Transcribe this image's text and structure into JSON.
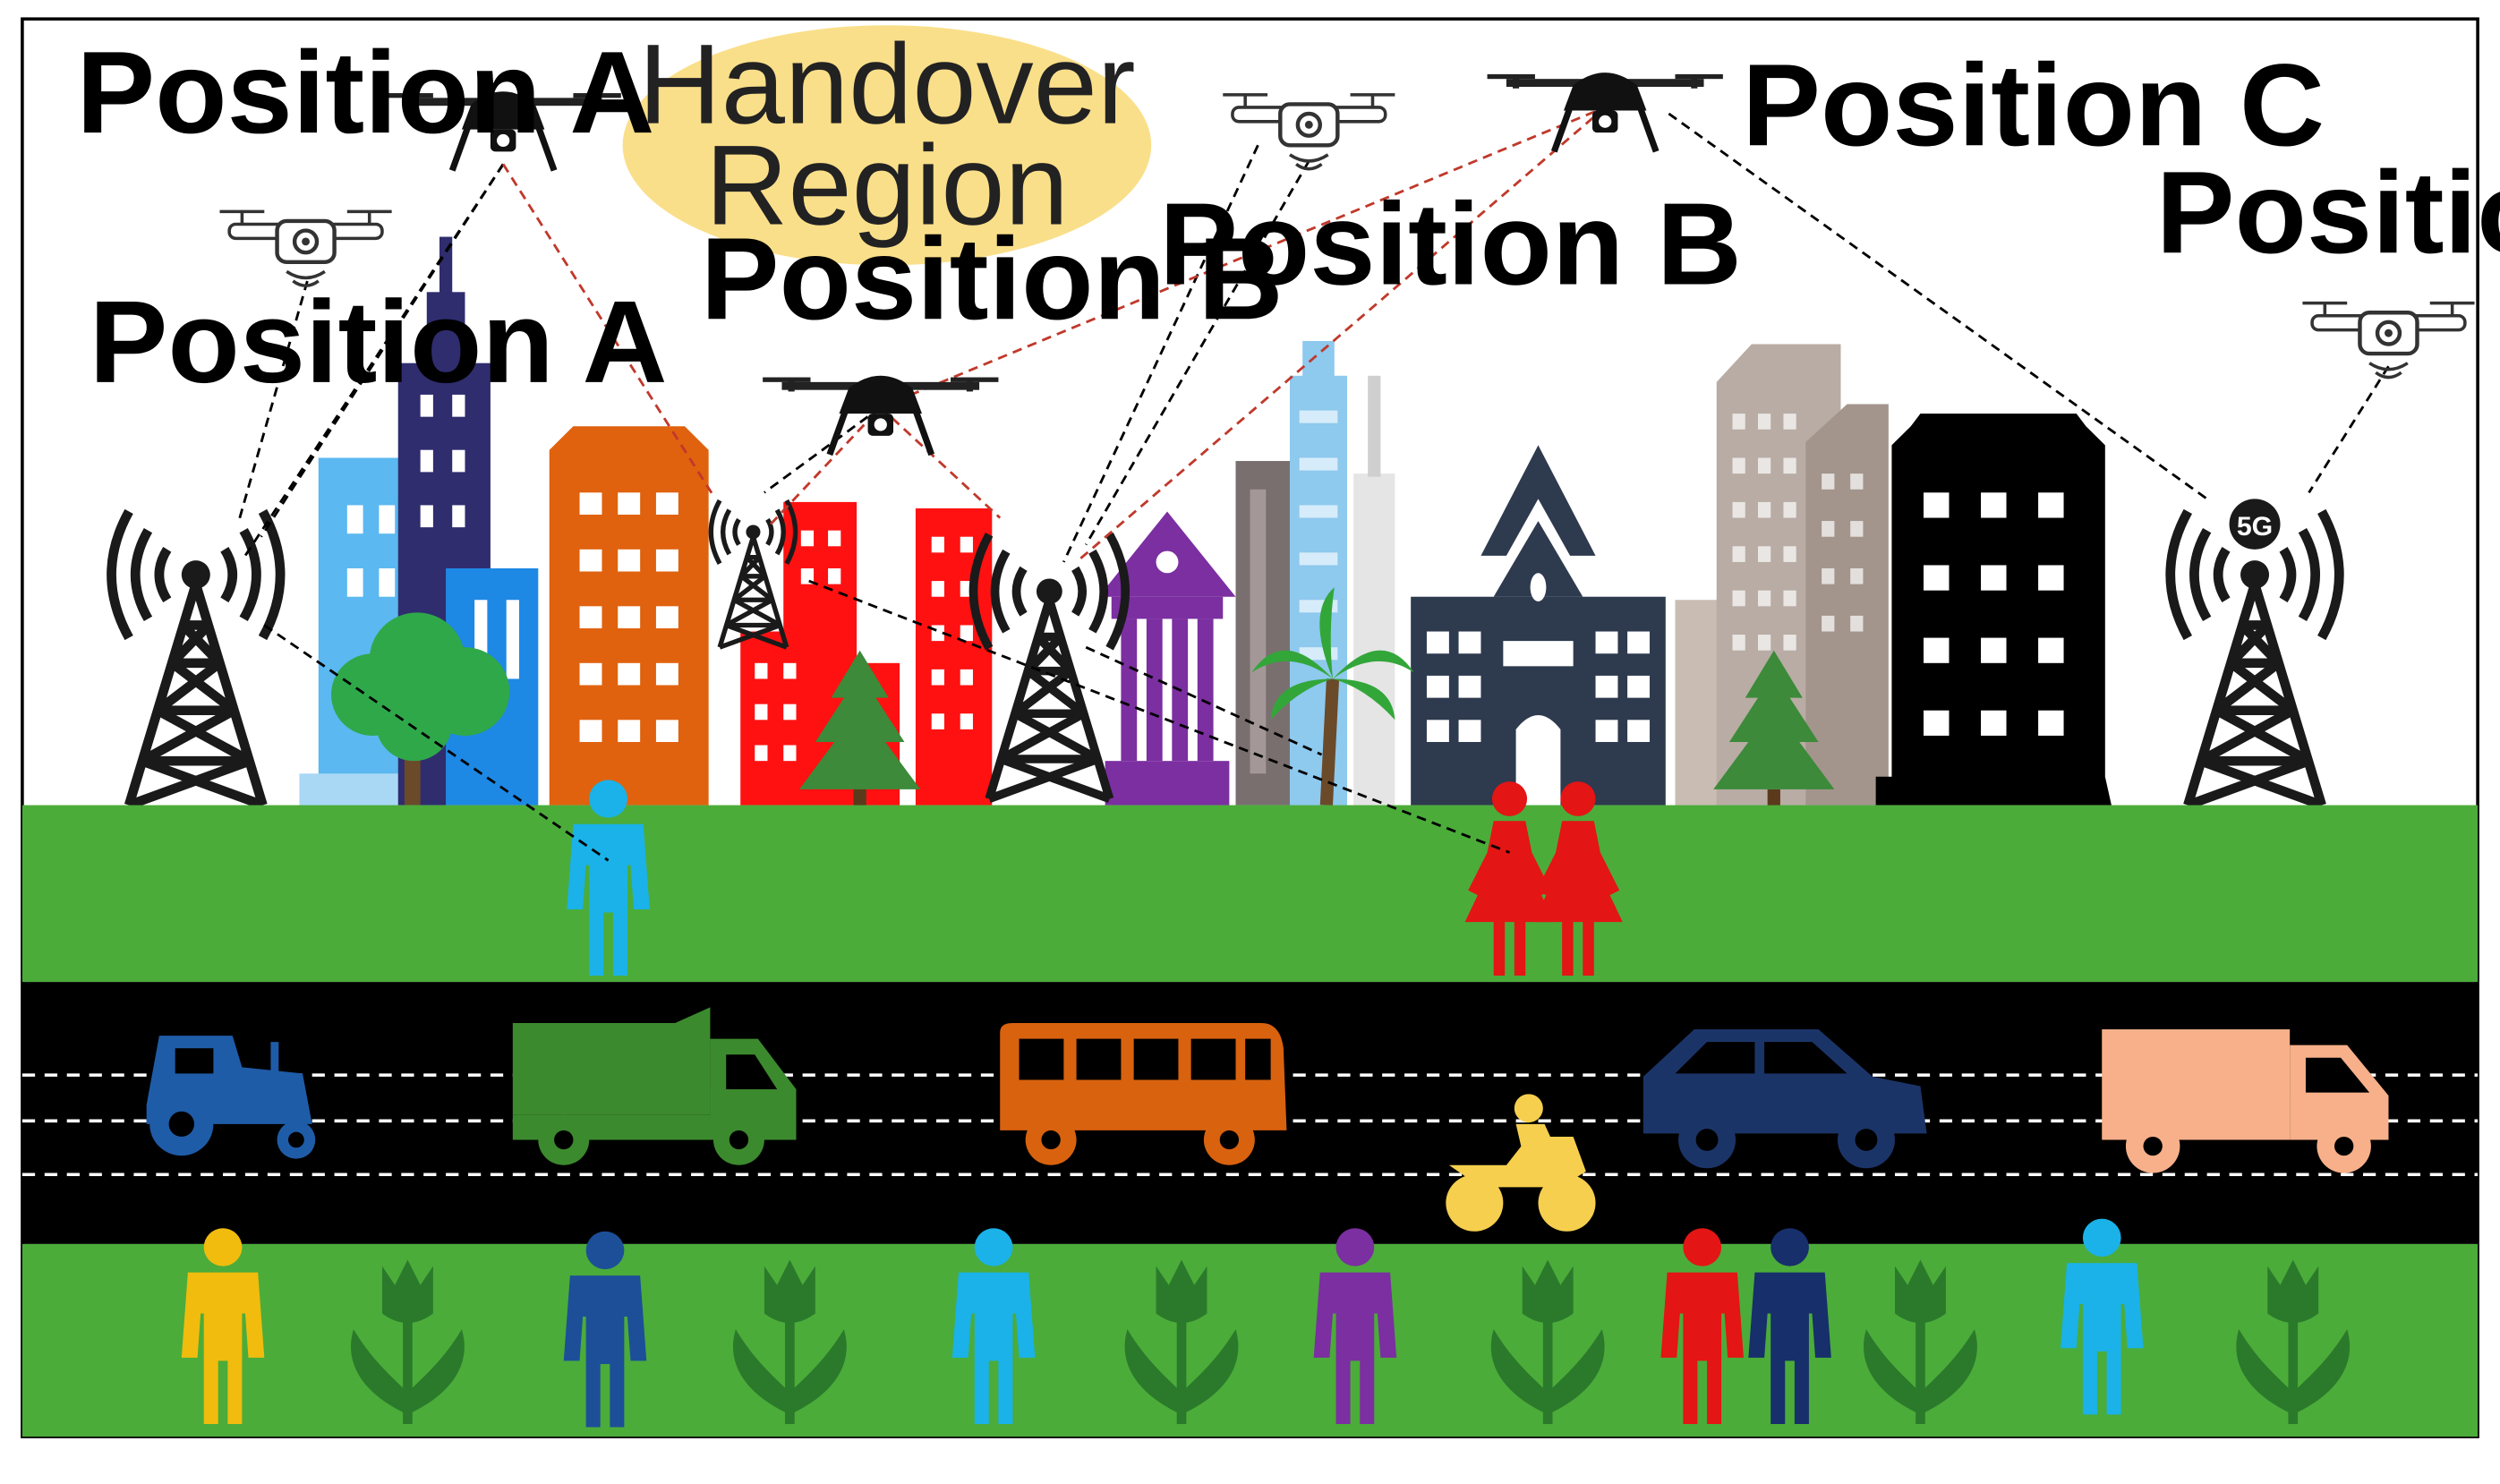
{
  "labels": {
    "position_a_top": "Position A",
    "position_a_low": "Position A",
    "position_b_mid": "Position B",
    "position_b_right": "Position B",
    "position_c_top": "Position C",
    "position_c_right": "Position C",
    "handover_line1": "Handover",
    "handover_line2": "Region",
    "tower_badge": "5G"
  },
  "colors": {
    "sky": "#ffffff",
    "grass": "#4bac3a",
    "road": "#000000",
    "lane_marks": "#ffffff",
    "handover_ellipse": "#fadf8a",
    "link_user": "#000000",
    "link_handover": "#c0392b",
    "tower": "#1a1a1a"
  },
  "buildings": [
    {
      "name": "light-blue-block",
      "color": "#5bb8f0"
    },
    {
      "name": "navy-tower",
      "color": "#2f2d6e"
    },
    {
      "name": "blue-low-block",
      "color": "#1e88e5"
    },
    {
      "name": "orange-apartment",
      "color": "#e0620e"
    },
    {
      "name": "red-apartments",
      "color": "#ff1111"
    },
    {
      "name": "purple-temple",
      "color": "#7b2fa0"
    },
    {
      "name": "grey-tower",
      "color": "#7a6f6f"
    },
    {
      "name": "sky-skyscraper",
      "color": "#8ec9ee"
    },
    {
      "name": "dark-church",
      "color": "#2e3a4e"
    },
    {
      "name": "beige-highrise",
      "color": "#b8aca4"
    },
    {
      "name": "black-office",
      "color": "#000000"
    }
  ],
  "vehicles": [
    {
      "name": "tractor",
      "color": "#1f5ca8"
    },
    {
      "name": "dump-truck",
      "color": "#3c8a2e"
    },
    {
      "name": "bus",
      "color": "#d9620f"
    },
    {
      "name": "motorbike",
      "color": "#f6cf4e"
    },
    {
      "name": "car",
      "color": "#1b3468"
    },
    {
      "name": "delivery-truck",
      "color": "#f7b08a"
    }
  ],
  "people": [
    {
      "name": "person-cyan-park",
      "color": "#1ab2e8"
    },
    {
      "name": "person-red-left",
      "color": "#e31515"
    },
    {
      "name": "person-red-right",
      "color": "#e31515"
    },
    {
      "name": "person-yellow",
      "color": "#f1bc0d"
    },
    {
      "name": "person-blue",
      "color": "#1c4f98"
    },
    {
      "name": "person-cyan-1",
      "color": "#1ab2e8"
    },
    {
      "name": "person-purple",
      "color": "#7b2fa0"
    },
    {
      "name": "person-red-walk",
      "color": "#e31515"
    },
    {
      "name": "person-navy",
      "color": "#172f6b"
    },
    {
      "name": "person-cyan-2",
      "color": "#1ab2e8"
    }
  ],
  "icons": [
    "drone-icon",
    "camera-drone-icon",
    "cell-tower-icon",
    "5g-tower-icon",
    "tree-icon",
    "pine-icon",
    "palm-icon",
    "tulip-icon",
    "person-icon"
  ]
}
